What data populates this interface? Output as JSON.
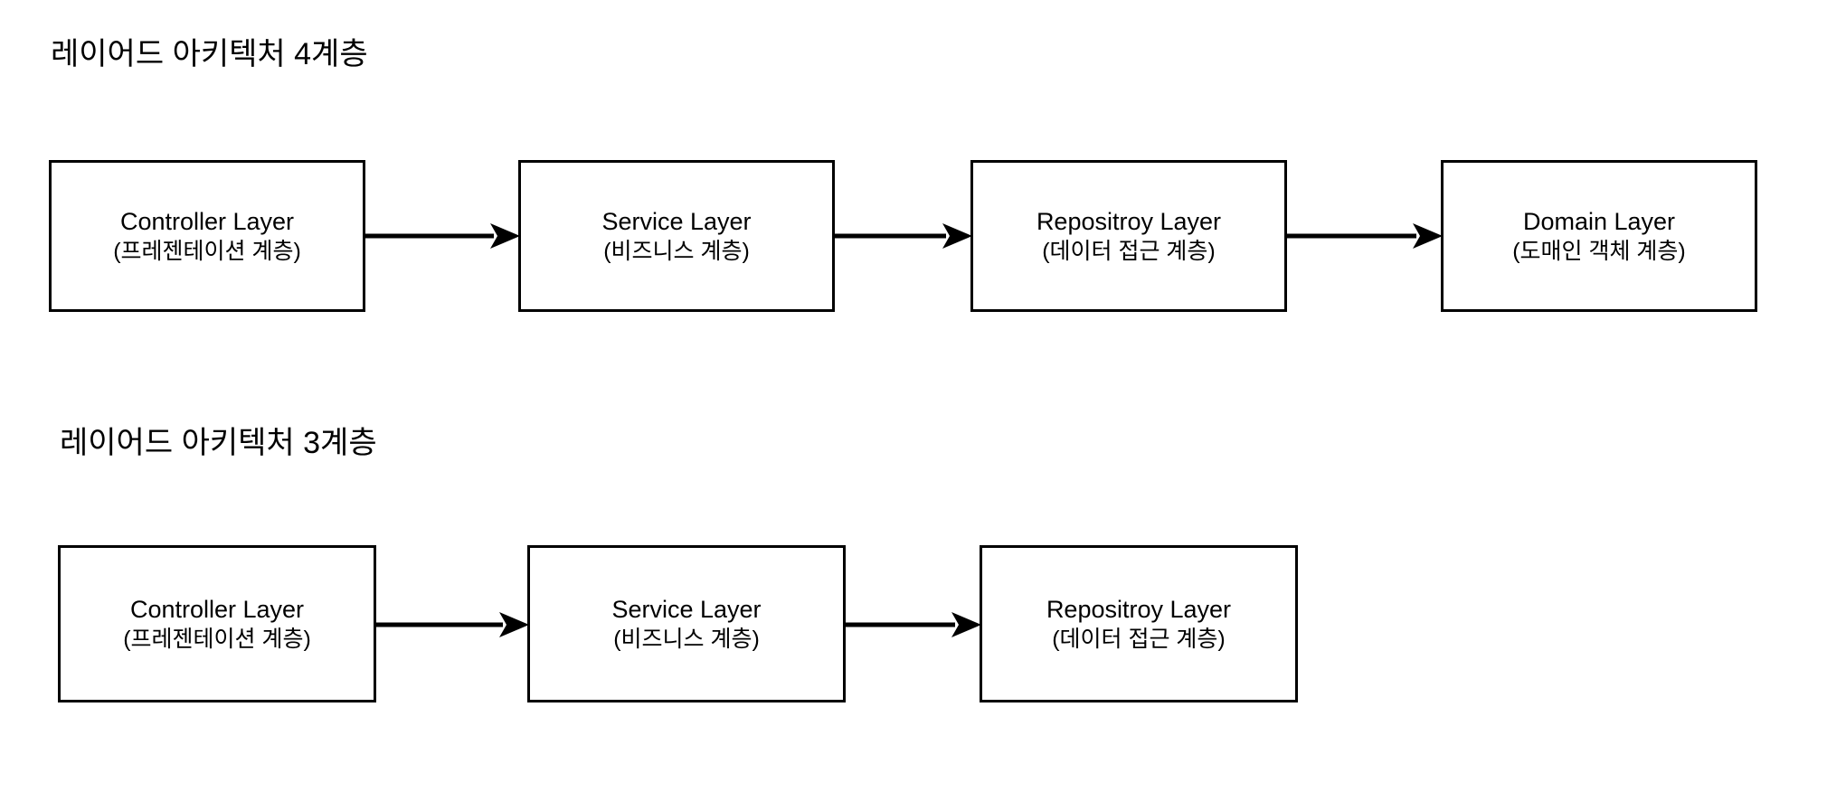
{
  "page": {
    "background_color": "#ffffff",
    "text_color": "#000000",
    "stroke_color": "#000000"
  },
  "sections": [
    {
      "id": "layered-architecture-4",
      "title": "레이어드 아키텍처 4계층",
      "nodes": [
        {
          "title": "Controller Layer",
          "subtitle": "(프레젠테이션 계층)"
        },
        {
          "title": "Service Layer",
          "subtitle": "(비즈니스 계층)"
        },
        {
          "title": "Repositroy Layer",
          "subtitle": "(데이터 접근 계층)"
        },
        {
          "title": "Domain Layer",
          "subtitle": "(도매인 객체 계층)"
        }
      ],
      "connector_count": 3,
      "connector_type": "arrow-right"
    },
    {
      "id": "layered-architecture-3",
      "title": "레이어드 아키텍처 3계층",
      "nodes": [
        {
          "title": "Controller Layer",
          "subtitle": "(프레젠테이션 계층)"
        },
        {
          "title": "Service Layer",
          "subtitle": "(비즈니스 계층)"
        },
        {
          "title": "Repositroy Layer",
          "subtitle": "(데이터 접근 계층)"
        }
      ],
      "connector_count": 2,
      "connector_type": "arrow-right"
    }
  ]
}
